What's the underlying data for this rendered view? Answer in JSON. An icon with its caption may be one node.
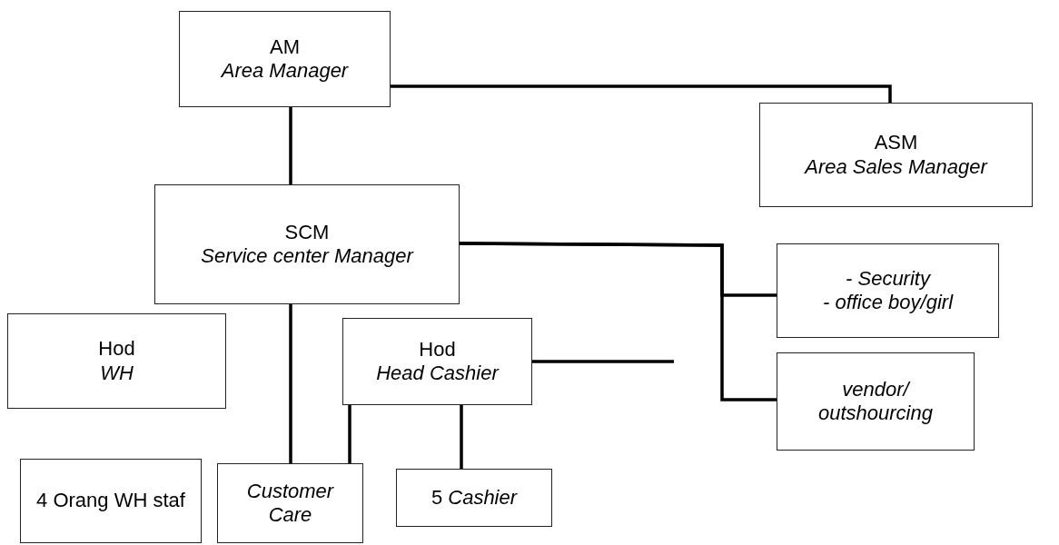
{
  "diagram": {
    "nodes": [
      {
        "text": [
          "AM",
          "*Area Manager*"
        ]
      },
      {
        "text": [
          "ASM",
          "*Area Sales Manager*"
        ]
      },
      {
        "text": [
          "SCM",
          "*Service center Manager*"
        ]
      },
      {
        "text": [
          "*- Security*",
          "*- office boy/girl*"
        ]
      },
      {
        "text": [
          "*vendor/ outshourcing*"
        ]
      },
      {
        "text": [
          "Hod",
          "*WH*"
        ]
      },
      {
        "text": [
          "Hod",
          "*Head Cashier*"
        ]
      },
      {
        "text": [
          "4 Orang WH staf"
        ]
      },
      {
        "text": [
          "*Customer Care*"
        ]
      },
      {
        "text": [
          "5 *Cashier*"
        ]
      }
    ],
    "edges": [
      {
        "from": 0,
        "to": 1,
        "arrow": "none"
      },
      {
        "from": 0,
        "to": 2,
        "arrow": "none"
      },
      {
        "from": 2,
        "to": 3,
        "arrow": "none"
      },
      {
        "from": 2,
        "to": 4,
        "arrow": "none"
      },
      {
        "from": 2,
        "to": 8,
        "arrow": "none"
      },
      {
        "from": 6,
        "to": 8,
        "arrow": "none"
      },
      {
        "from": 6,
        "to": null,
        "arrow": "none"
      },
      {
        "from": 6,
        "to": 9,
        "arrow": "none"
      }
    ]
  }
}
